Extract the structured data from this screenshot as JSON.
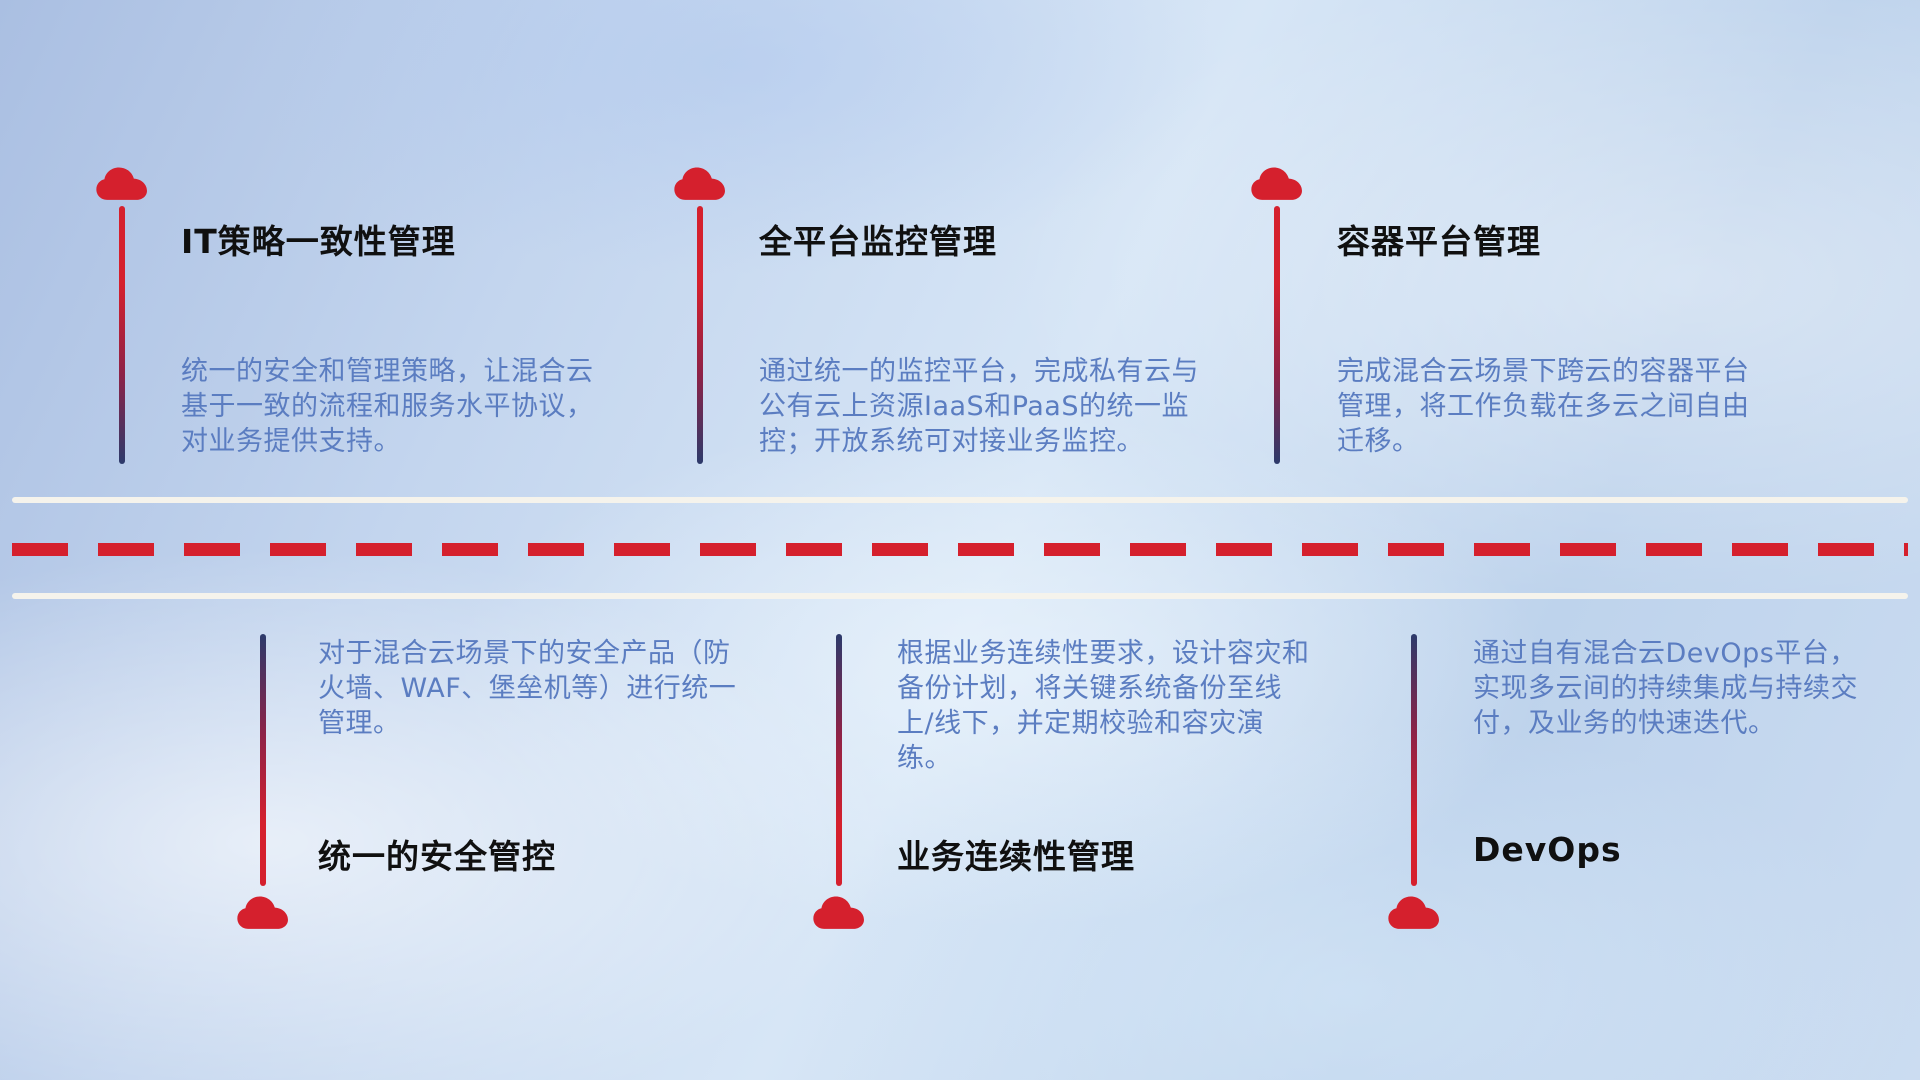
{
  "colors": {
    "accent-red": "#d5202d",
    "pole-navy": "#2c3a6b",
    "title-color": "#101010",
    "desc-color": "#5b7dc1",
    "road-line": "#f5f3ec"
  },
  "top_items": [
    {
      "title": "IT策略一致性管理",
      "desc": "统一的安全和管理策略，让混合云基于一致的流程和服务水平协议，对业务提供支持。"
    },
    {
      "title": "全平台监控管理",
      "desc": "通过统一的监控平台，完成私有云与公有云上资源IaaS和PaaS的统一监控；开放系统可对接业务监控。"
    },
    {
      "title": "容器平台管理",
      "desc": "完成混合云场景下跨云的容器平台管理，将工作负载在多云之间自由迁移。"
    }
  ],
  "bottom_items": [
    {
      "title": "统一的安全管控",
      "desc": "对于混合云场景下的安全产品（防火墙、WAF、堡垒机等）进行统一管理。"
    },
    {
      "title": "业务连续性管理",
      "desc": "根据业务连续性要求，设计容灾和备份计划，将关键系统备份至线上/线下，并定期校验和容灾演练。"
    },
    {
      "title": "DevOps",
      "desc": "通过自有混合云DevOps平台，实现多云间的持续集成与持续交付，及业务的快速迭代。"
    }
  ]
}
